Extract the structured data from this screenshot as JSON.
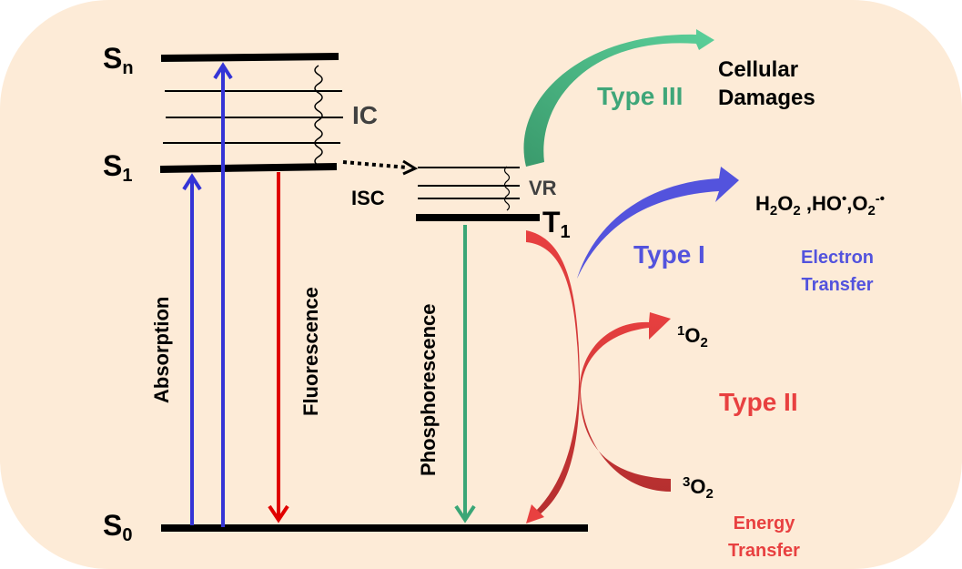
{
  "diagram": {
    "title": "Jablonski diagram of photodynamic reaction types",
    "states": {
      "sn": {
        "base": "S",
        "sub": "n"
      },
      "s1": {
        "base": "S",
        "sub": "1"
      },
      "s0": {
        "base": "S",
        "sub": "0"
      },
      "t1": {
        "base": "T",
        "sub": "1"
      }
    },
    "processes": {
      "ic": "IC",
      "isc": "ISC",
      "vr": "VR",
      "absorption": "Absorption",
      "fluorescence": "Fluorescence",
      "phosphorescence": "Phosphorescence"
    },
    "pathways": {
      "type3": {
        "label": "Type III",
        "product_line1": "Cellular",
        "product_line2": "Damages",
        "color": "#3fa679"
      },
      "type1": {
        "label": "Type I",
        "mechanism_line1": "Electron",
        "mechanism_line2": "Transfer",
        "color": "#5353dd",
        "products": {
          "h2o2_base": "H",
          "h2o2_sub1": "2",
          "h2o2_o": "O",
          "h2o2_sub2": "2",
          "sep1": " ,",
          "ho": "HO",
          "ho_dot": "•",
          "sep2": ",",
          "o2": "O",
          "o2_sub": "2",
          "o2_charge": "-•"
        }
      },
      "type2": {
        "label": "Type II",
        "mechanism_line1": "Energy",
        "mechanism_line2": "Transfer",
        "color": "#e84040",
        "singlet": {
          "sup": "1",
          "base": "O",
          "sub": "2"
        },
        "triplet": {
          "sup": "3",
          "base": "O",
          "sub": "2"
        }
      }
    },
    "colors": {
      "background": "#fdebd7",
      "absorption": "#3434d6",
      "fluorescence": "#e00000",
      "phosphorescence": "#3aa676",
      "type2_dark": "#b83232"
    }
  }
}
